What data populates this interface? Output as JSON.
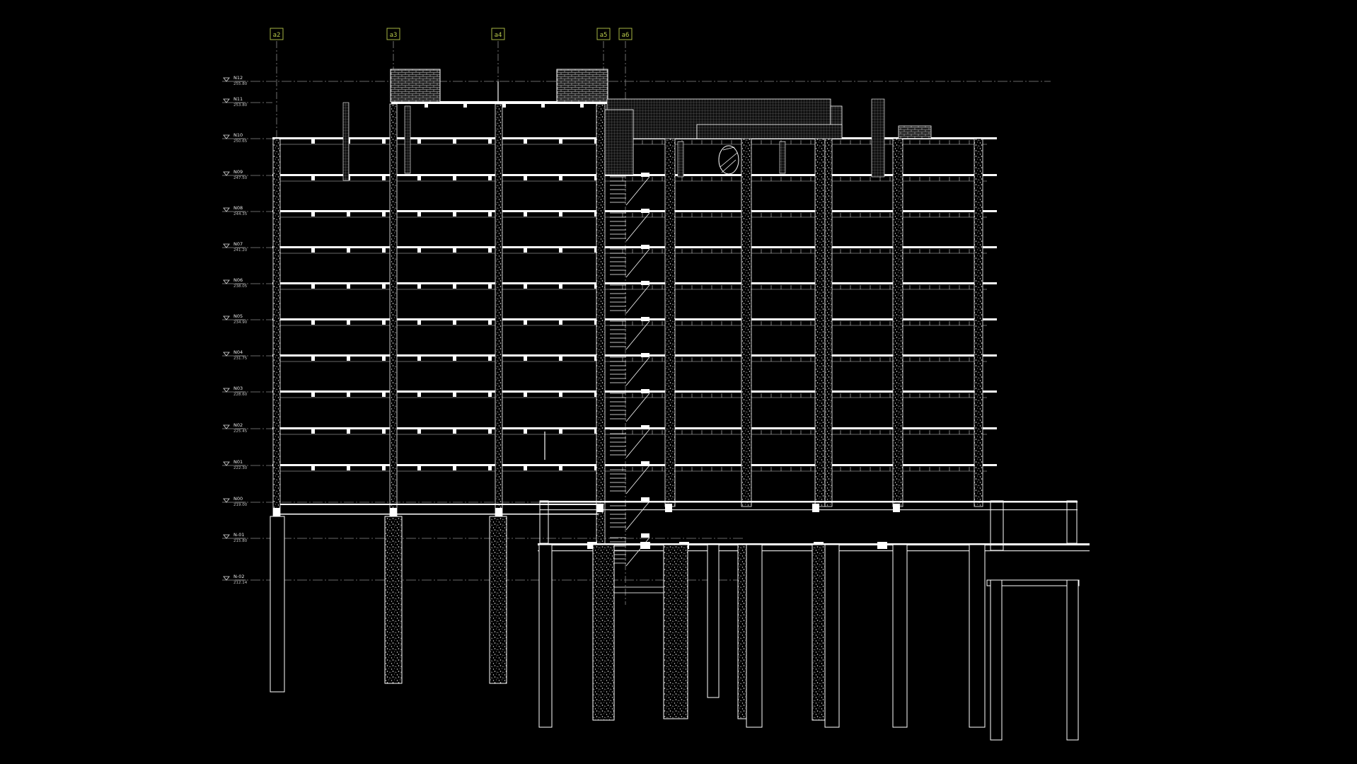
{
  "drawing": {
    "type": "building-section",
    "background_color": "#000000",
    "line_color": "#ffffff",
    "grid_bubble_color": "#b8c94a",
    "hatch_color": "#d9d9d9"
  },
  "grid_axes": [
    {
      "label": "a2"
    },
    {
      "label": "a3"
    },
    {
      "label": "a4"
    },
    {
      "label": "a5"
    },
    {
      "label": "a6"
    }
  ],
  "levels": [
    {
      "name": "N12",
      "elevation": "255.80"
    },
    {
      "name": "N11",
      "elevation": "253.80"
    },
    {
      "name": "N10",
      "elevation": "250.65"
    },
    {
      "name": "N09",
      "elevation": "247.50"
    },
    {
      "name": "N08",
      "elevation": "244.35"
    },
    {
      "name": "N07",
      "elevation": "241.20"
    },
    {
      "name": "N06",
      "elevation": "238.05"
    },
    {
      "name": "N05",
      "elevation": "234.90"
    },
    {
      "name": "N04",
      "elevation": "231.75"
    },
    {
      "name": "N03",
      "elevation": "228.60"
    },
    {
      "name": "N02",
      "elevation": "225.45"
    },
    {
      "name": "N01",
      "elevation": "222.30"
    },
    {
      "name": "N00",
      "elevation": "219.00"
    },
    {
      "name": "N-01",
      "elevation": "215.80"
    },
    {
      "name": "N-02",
      "elevation": "212.14"
    }
  ]
}
